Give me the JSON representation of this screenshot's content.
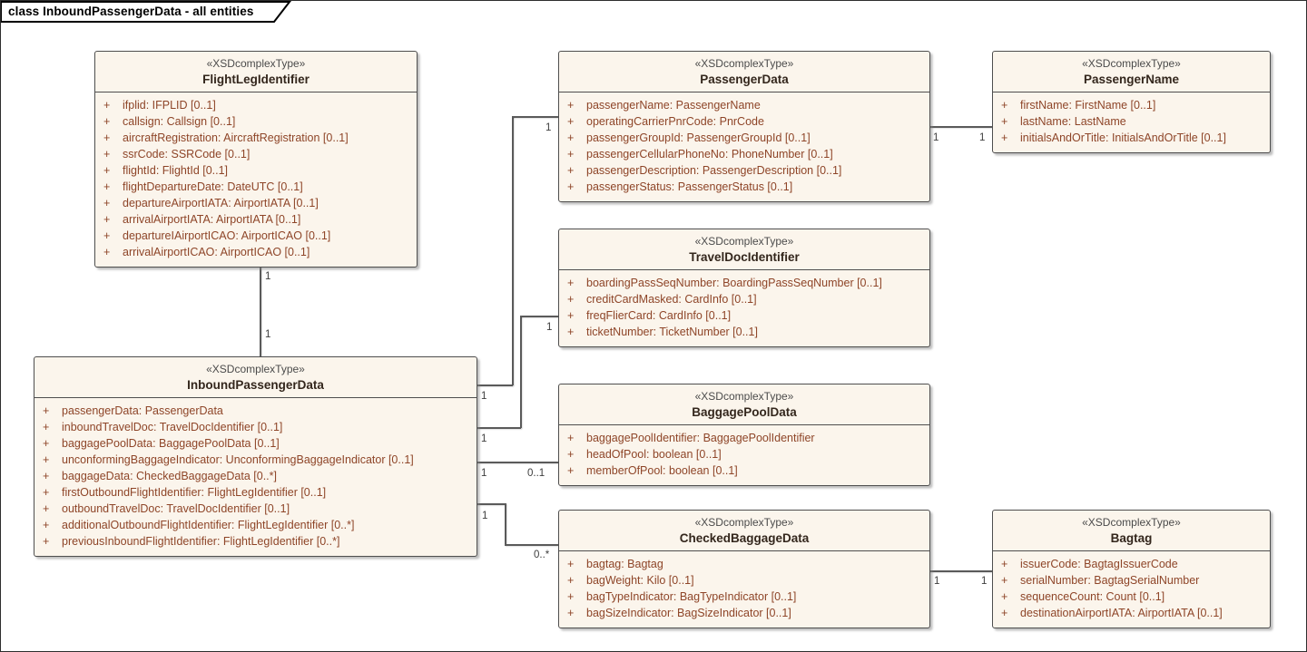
{
  "frame": {
    "title": "class InboundPassengerData - all entities"
  },
  "entities": {
    "flightLegIdentifier": {
      "stereotype": "«XSDcomplexType»",
      "name": "FlightLegIdentifier",
      "attributes": [
        {
          "visibility": "+",
          "signature": "ifplid: IFPLID [0..1]"
        },
        {
          "visibility": "+",
          "signature": "callsign: Callsign [0..1]"
        },
        {
          "visibility": "+",
          "signature": "aircraftRegistration: AircraftRegistration [0..1]"
        },
        {
          "visibility": "+",
          "signature": "ssrCode: SSRCode [0..1]"
        },
        {
          "visibility": "+",
          "signature": "flightId: FlightId [0..1]"
        },
        {
          "visibility": "+",
          "signature": "flightDepartureDate: DateUTC [0..1]"
        },
        {
          "visibility": "+",
          "signature": "departureAirportIATA: AirportIATA [0..1]"
        },
        {
          "visibility": "+",
          "signature": "arrivalAirportIATA: AirportIATA [0..1]"
        },
        {
          "visibility": "+",
          "signature": "departureIAirportICAO: AirportICAO [0..1]"
        },
        {
          "visibility": "+",
          "signature": "arrivalAirportICAO: AirportICAO [0..1]"
        }
      ]
    },
    "passengerData": {
      "stereotype": "«XSDcomplexType»",
      "name": "PassengerData",
      "attributes": [
        {
          "visibility": "+",
          "signature": "passengerName: PassengerName"
        },
        {
          "visibility": "+",
          "signature": "operatingCarrierPnrCode: PnrCode"
        },
        {
          "visibility": "+",
          "signature": "passengerGroupId: PassengerGroupId [0..1]"
        },
        {
          "visibility": "+",
          "signature": "passengerCellularPhoneNo: PhoneNumber [0..1]"
        },
        {
          "visibility": "+",
          "signature": "passengerDescription: PassengerDescription [0..1]"
        },
        {
          "visibility": "+",
          "signature": "passengerStatus: PassengerStatus [0..1]"
        }
      ]
    },
    "passengerName": {
      "stereotype": "«XSDcomplexType»",
      "name": "PassengerName",
      "attributes": [
        {
          "visibility": "+",
          "signature": "firstName: FirstName [0..1]"
        },
        {
          "visibility": "+",
          "signature": "lastName: LastName"
        },
        {
          "visibility": "+",
          "signature": "initialsAndOrTitle: InitialsAndOrTitle [0..1]"
        }
      ]
    },
    "travelDocIdentifier": {
      "stereotype": "«XSDcomplexType»",
      "name": "TravelDocIdentifier",
      "attributes": [
        {
          "visibility": "+",
          "signature": "boardingPassSeqNumber: BoardingPassSeqNumber [0..1]"
        },
        {
          "visibility": "+",
          "signature": "creditCardMasked: CardInfo [0..1]"
        },
        {
          "visibility": "+",
          "signature": "freqFlierCard: CardInfo [0..1]"
        },
        {
          "visibility": "+",
          "signature": "ticketNumber: TicketNumber [0..1]"
        }
      ]
    },
    "inboundPassengerData": {
      "stereotype": "«XSDcomplexType»",
      "name": "InboundPassengerData",
      "attributes": [
        {
          "visibility": "+",
          "signature": "passengerData: PassengerData"
        },
        {
          "visibility": "+",
          "signature": "inboundTravelDoc: TravelDocIdentifier [0..1]"
        },
        {
          "visibility": "+",
          "signature": "baggagePoolData: BaggagePoolData [0..1]"
        },
        {
          "visibility": "+",
          "signature": "unconformingBaggageIndicator: UnconformingBaggageIndicator [0..1]"
        },
        {
          "visibility": "+",
          "signature": "baggageData: CheckedBaggageData [0..*]"
        },
        {
          "visibility": "+",
          "signature": "firstOutboundFlightIdentifier: FlightLegIdentifier [0..1]"
        },
        {
          "visibility": "+",
          "signature": "outboundTravelDoc: TravelDocIdentifier [0..1]"
        },
        {
          "visibility": "+",
          "signature": "additionalOutboundFlightIdentifier: FlightLegIdentifier [0..*]"
        },
        {
          "visibility": "+",
          "signature": "previousInboundFlightIdentifier: FlightLegIdentifier [0..*]"
        }
      ]
    },
    "baggagePoolData": {
      "stereotype": "«XSDcomplexType»",
      "name": "BaggagePoolData",
      "attributes": [
        {
          "visibility": "+",
          "signature": "baggagePoolIdentifier: BaggagePoolIdentifier"
        },
        {
          "visibility": "+",
          "signature": "headOfPool: boolean [0..1]"
        },
        {
          "visibility": "+",
          "signature": "memberOfPool: boolean [0..1]"
        }
      ]
    },
    "checkedBaggageData": {
      "stereotype": "«XSDcomplexType»",
      "name": "CheckedBaggageData",
      "attributes": [
        {
          "visibility": "+",
          "signature": "bagtag: Bagtag"
        },
        {
          "visibility": "+",
          "signature": "bagWeight: Kilo [0..1]"
        },
        {
          "visibility": "+",
          "signature": "bagTypeIndicator: BagTypeIndicator [0..1]"
        },
        {
          "visibility": "+",
          "signature": "bagSizeIndicator: BagSizeIndicator [0..1]"
        }
      ]
    },
    "bagtag": {
      "stereotype": "«XSDcomplexType»",
      "name": "Bagtag",
      "attributes": [
        {
          "visibility": "+",
          "signature": "issuerCode: BagtagIssuerCode"
        },
        {
          "visibility": "+",
          "signature": "serialNumber: BagtagSerialNumber"
        },
        {
          "visibility": "+",
          "signature": "sequenceCount: Count [0..1]"
        },
        {
          "visibility": "+",
          "signature": "destinationAirportIATA: AirportIATA [0..1]"
        }
      ]
    }
  },
  "connectors": {
    "flightLeg_inbound": {
      "flightLegEnd": "1",
      "inboundEnd": "1"
    },
    "inbound_passengerData": {
      "inboundEnd": "1",
      "passengerDataEnd": "1"
    },
    "inbound_travelDoc": {
      "inboundEnd": "1",
      "travelDocEnd": "1"
    },
    "inbound_baggagePool": {
      "inboundEnd": "1",
      "baggagePoolEnd": "0..1"
    },
    "inbound_checkedBaggage": {
      "inboundEnd": "1",
      "checkedBaggageEnd": "0..*"
    },
    "passengerData_passengerName": {
      "passengerDataEnd": "1",
      "passengerNameEnd": "1"
    },
    "checkedBaggage_bagtag": {
      "checkedBaggageEnd": "1",
      "bagtagEnd": "1"
    }
  },
  "colors": {
    "box_fill": "#FBF5EC",
    "box_border": "#4e4e4e",
    "attribute_text": "#8E4528",
    "connector_line": "#5a5a5a"
  }
}
